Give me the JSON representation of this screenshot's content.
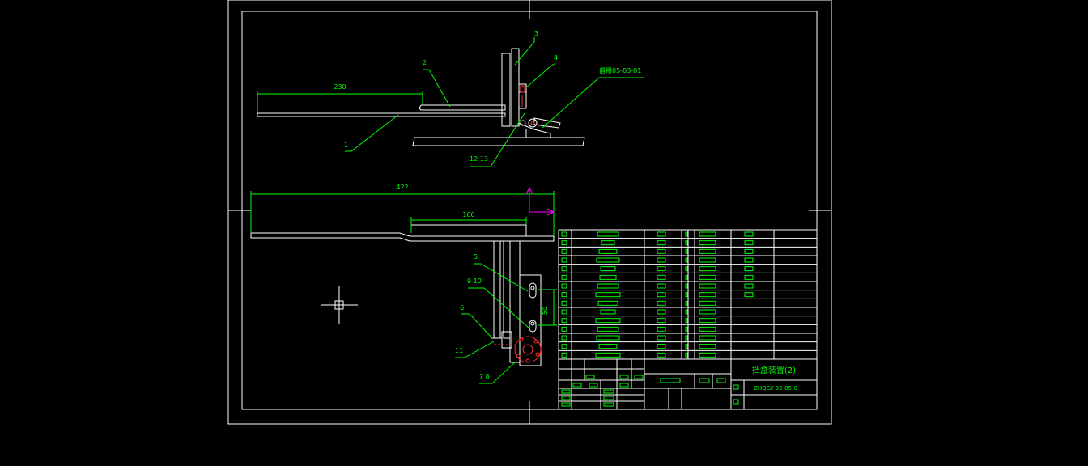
{
  "colors": {
    "background": "#000000",
    "frame": "#ffffff",
    "leader": "#00ff00",
    "dimension_text": "#00ff00",
    "part_outline": "#ffffff",
    "hidden_detail": "#ff3030",
    "ucs_icon": "#ff00ff",
    "table_box": "#00ff00"
  },
  "view_top": {
    "dimension_230": "230",
    "balloon_1": "1",
    "balloon_2": "2",
    "balloon_3": "3",
    "balloon_4": "4",
    "balloon_12_13": "12 13",
    "note_standard_part": "借用05-03-01"
  },
  "view_bottom": {
    "dimension_422": "422",
    "dimension_160": "160",
    "dimension_50": "50",
    "balloon_5": "5",
    "balloon_6": "6",
    "balloon_9_10": "9 10",
    "balloon_11": "11",
    "balloon_7_8": "7 8"
  },
  "title_block": {
    "part_name": "挡盒装置(2)",
    "drawing_number": "ZHQGY-05-05-0"
  },
  "ucs_icon_name": "ucs-axes-icon",
  "cursor_icon_name": "crosshair-cursor-icon"
}
